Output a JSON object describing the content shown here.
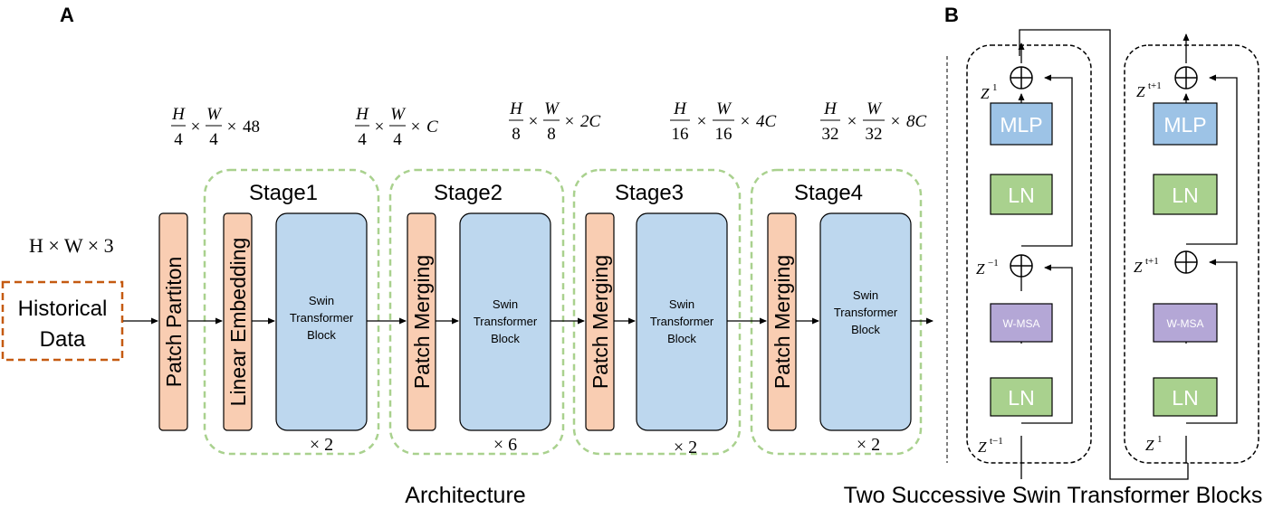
{
  "panel_a": {
    "letter": "A",
    "caption": "Architecture",
    "input_dims": "H × W × 3",
    "input_label_line1": "Historical",
    "input_label_line2": "Data",
    "patch_partition": "Patch Partiton",
    "linear_embedding": "Linear Embedding",
    "patch_merging": "Patch Merging",
    "swin_line1": "Swin",
    "swin_line2": "Transformer",
    "swin_line3": "Block",
    "stages": [
      {
        "name": "Stage1",
        "repeat": "× 2"
      },
      {
        "name": "Stage2",
        "repeat": "× 6"
      },
      {
        "name": "Stage3",
        "repeat": "× 2"
      },
      {
        "name": "Stage4",
        "repeat": "× 2"
      }
    ],
    "dims": [
      {
        "h_num": "H",
        "h_den": "4",
        "w_num": "W",
        "w_den": "4",
        "ch": "48"
      },
      {
        "h_num": "H",
        "h_den": "4",
        "w_num": "W",
        "w_den": "4",
        "ch": "C"
      },
      {
        "h_num": "H",
        "h_den": "8",
        "w_num": "W",
        "w_den": "8",
        "ch": "2C"
      },
      {
        "h_num": "H",
        "h_den": "16",
        "w_num": "W",
        "w_den": "16",
        "ch": "4C"
      },
      {
        "h_num": "H",
        "h_den": "32",
        "w_num": "W",
        "w_den": "32",
        "ch": "8C"
      }
    ],
    "times": "×"
  },
  "panel_b": {
    "letter": "B",
    "caption": "Two Successive Swin Transformer Blocks",
    "mlp": "MLP",
    "ln": "LN",
    "wmsa": "W-MSA",
    "plus": "+",
    "block1": {
      "top_z": "Z",
      "top_sup": "1",
      "mid_z": "Z",
      "mid_sup": "−1",
      "bot_z": "Z",
      "bot_sup": "t−1"
    },
    "block2": {
      "top_z": "Z",
      "top_sup": "t+1",
      "mid_z": "Z",
      "mid_sup": "t+1",
      "bot_z": "Z",
      "bot_sup": "1"
    }
  },
  "colors": {
    "orange_fill": "#f9cdb2",
    "blue_fill": "#bdd7ee",
    "green_fill": "#a9d18e",
    "purple_fill": "#b4a7d6",
    "mlp_fill": "#9dc3e6",
    "stage_border": "#a9d18e",
    "input_border": "#c55a11"
  }
}
